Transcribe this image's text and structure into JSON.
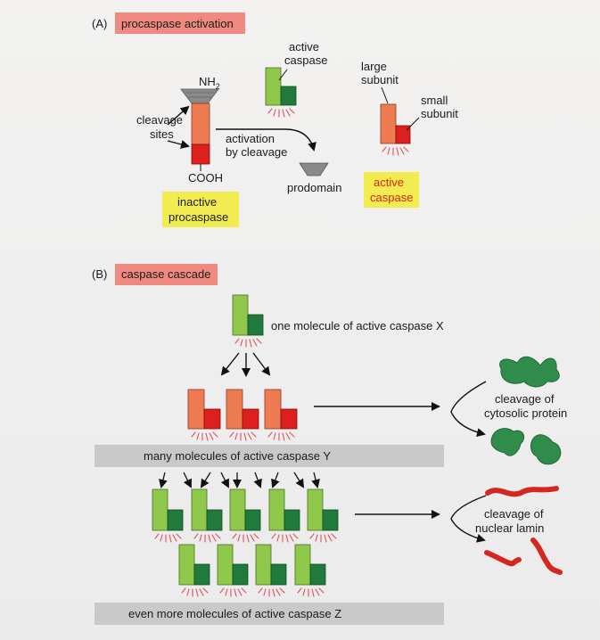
{
  "panel_a": {
    "letter": "(A)",
    "title": "procaspase activation",
    "nh2": "NH",
    "nh2_sub": "2",
    "cooh": "COOH",
    "cleavage_sites": [
      "cleavage",
      "sites"
    ],
    "active_caspase_label": [
      "active",
      "caspase"
    ],
    "activation_label": [
      "activation",
      "by cleavage"
    ],
    "prodomain": "prodomain",
    "large_subunit": [
      "large",
      "subunit"
    ],
    "small_subunit": [
      "small",
      "subunit"
    ],
    "inactive_box": [
      "inactive",
      "procaspase"
    ],
    "active_box": [
      "active",
      "caspase"
    ]
  },
  "panel_b": {
    "letter": "(B)",
    "title": "caspase cascade",
    "x_label": "one molecule of active caspase X",
    "y_band": "many molecules of active caspase Y",
    "z_band": "even more molecules of active caspase Z",
    "cytosolic_label": [
      "cleavage of",
      "cytosolic protein"
    ],
    "lamin_label": [
      "cleavage of",
      "nuclear lamin"
    ]
  },
  "colors": {
    "tag_pink": "#f08a80",
    "highlight_yellow": "#f3ec50",
    "band_gray": "#c9c9c9",
    "orange": "#ee7b52",
    "red": "#dd1f1d",
    "light_green": "#8fc84a",
    "dark_green": "#1f7a3c",
    "protein_green": "#2f8c4b",
    "lamin_red": "#d42720",
    "prodomain_gray": "#8a8a8a",
    "burst_red": "#e0505a"
  },
  "icons": [
    "caspase-molecule-icon",
    "procaspase-icon",
    "prodomain-icon",
    "cytosolic-protein-icon",
    "lamin-fragment-icon",
    "arrow-icon"
  ]
}
